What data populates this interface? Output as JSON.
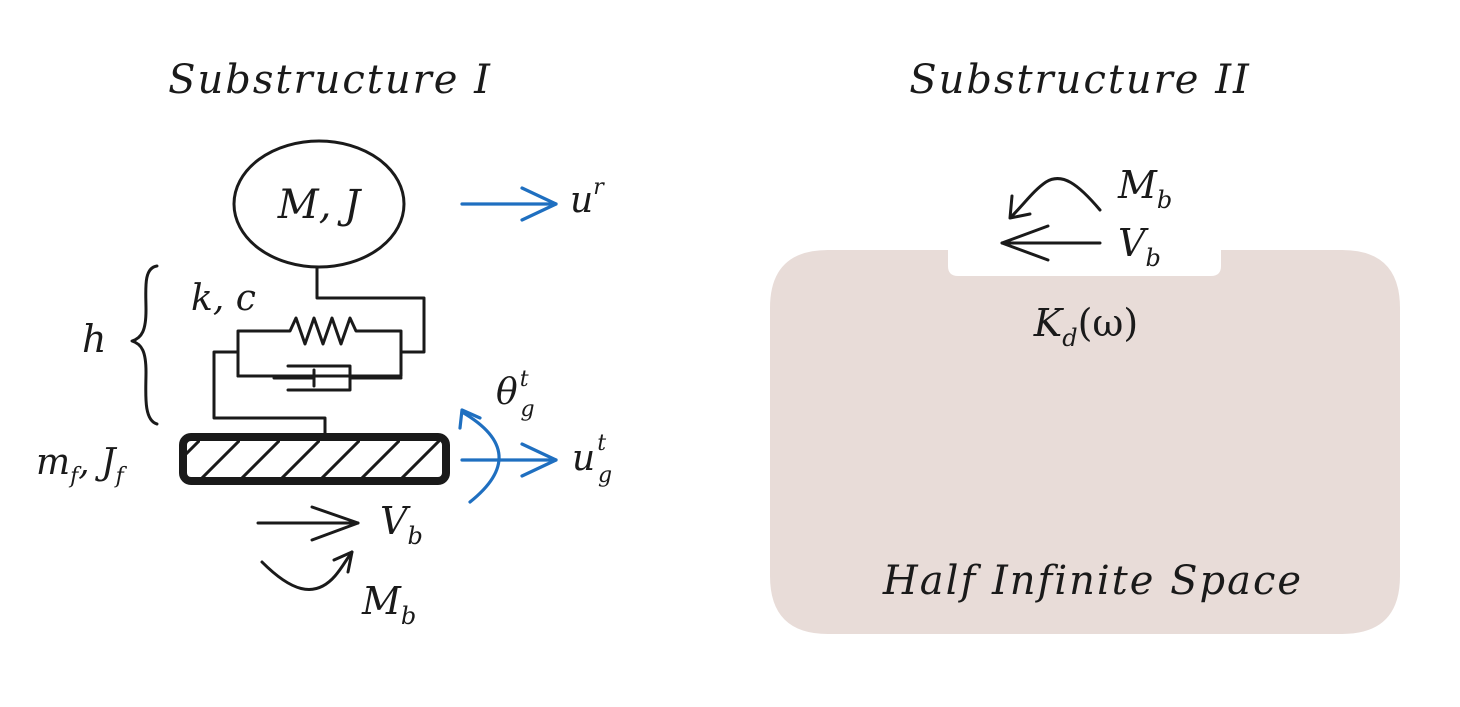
{
  "titles": {
    "left": "Substructure I",
    "right": "Substructure II"
  },
  "sub1": {
    "mass": "M, J",
    "spring": "k, c",
    "height": "h",
    "foundation": {
      "base": "m",
      "sub_f1": "f",
      "mid": ", J",
      "sub_f2": "f"
    },
    "u_r": {
      "base": "u",
      "sup": "r"
    },
    "theta": {
      "base": "θ",
      "sup": "t",
      "sub": "g"
    },
    "u_g": {
      "base": "u",
      "sup": "t",
      "sub": "g"
    },
    "shear": {
      "base": "V",
      "sub": "b"
    },
    "moment": {
      "base": "M",
      "sub": "b"
    }
  },
  "sub2": {
    "moment": {
      "base": "M",
      "sub": "b"
    },
    "shear": {
      "base": "V",
      "sub": "b"
    },
    "stiffness": {
      "base": "K",
      "sub": "d",
      "arg": "(ω)"
    },
    "halfspace": "Half Infinite Space"
  },
  "colors": {
    "ink": "#1a1a1a",
    "accent": "#1f6fc0",
    "soil": "#e8dcd8"
  },
  "icons": [
    "hatched-foundation-icon",
    "spring-icon",
    "damper-icon",
    "rotation-arrow-icon",
    "translation-arrow-icon"
  ]
}
